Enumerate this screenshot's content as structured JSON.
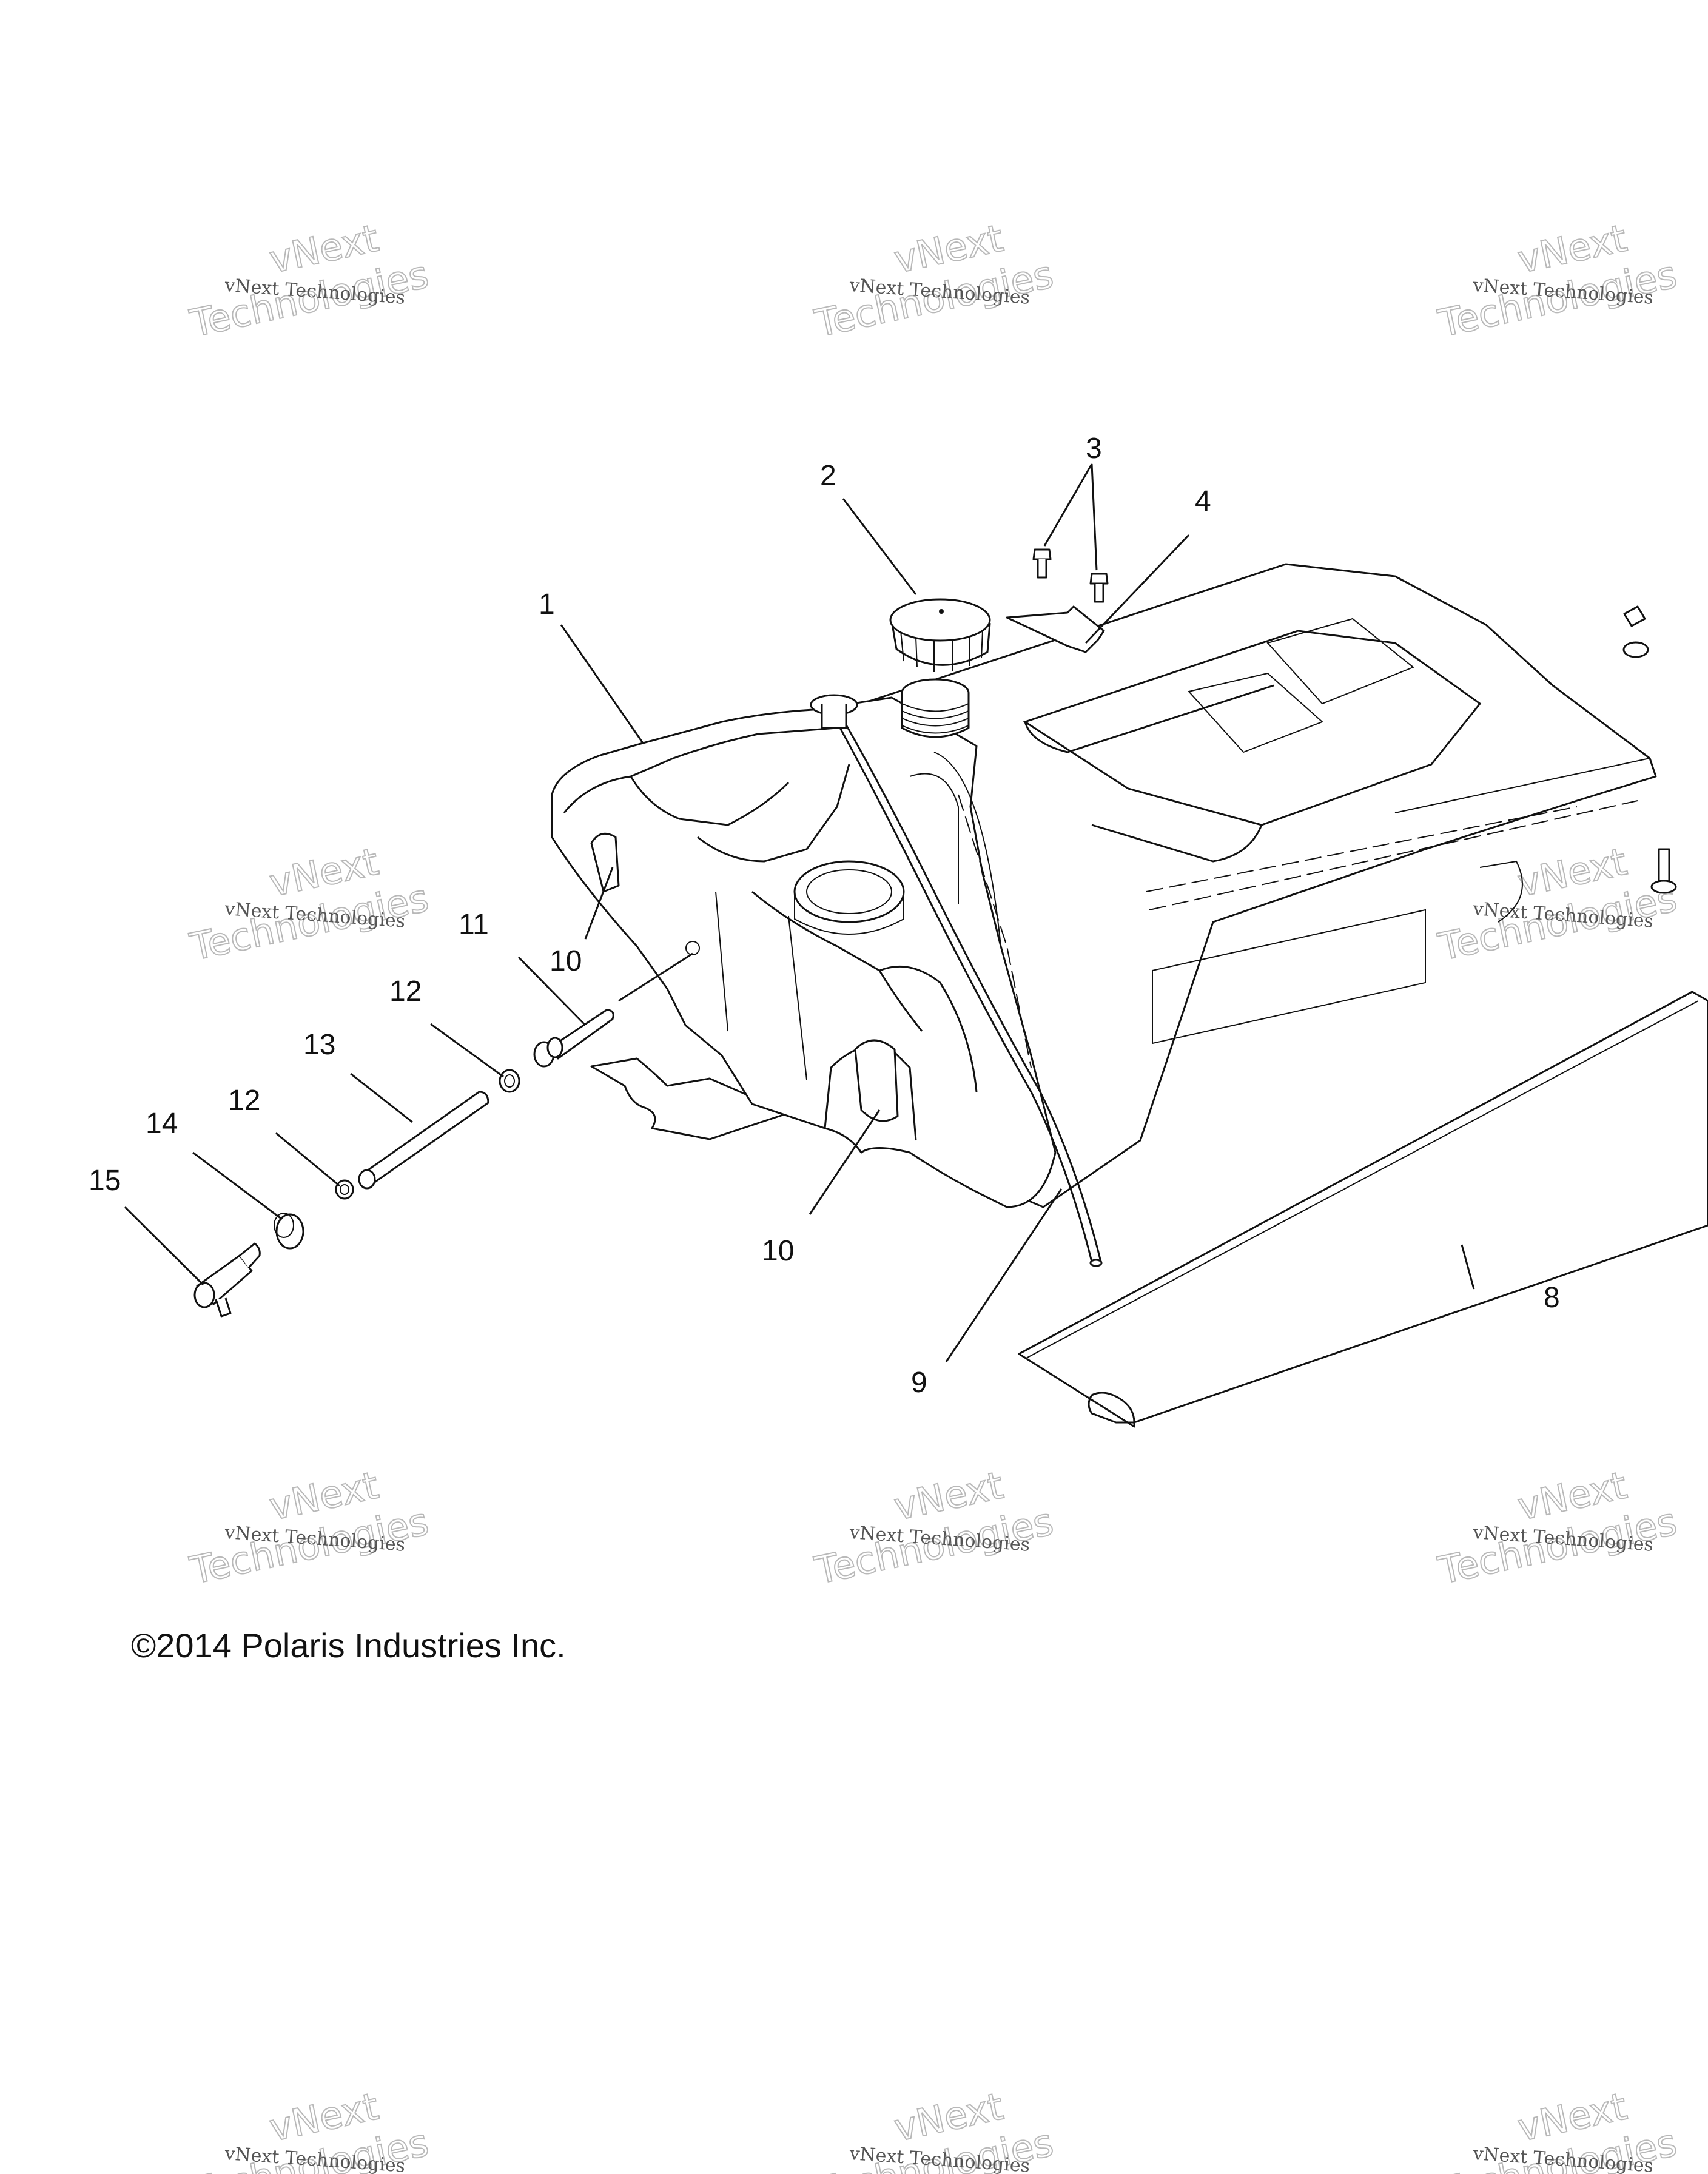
{
  "copyright": "©2014 Polaris Industries Inc.",
  "watermark": {
    "line1": "vNext Technologies",
    "line2": "vNext",
    "line3": "Technologies"
  },
  "callouts": [
    {
      "id": "1",
      "label": "1"
    },
    {
      "id": "2",
      "label": "2"
    },
    {
      "id": "3",
      "label": "3"
    },
    {
      "id": "4",
      "label": "4"
    },
    {
      "id": "8",
      "label": "8"
    },
    {
      "id": "9",
      "label": "9"
    },
    {
      "id": "10a",
      "label": "10"
    },
    {
      "id": "10b",
      "label": "10"
    },
    {
      "id": "11",
      "label": "11"
    },
    {
      "id": "12a",
      "label": "12"
    },
    {
      "id": "12b",
      "label": "12"
    },
    {
      "id": "13",
      "label": "13"
    },
    {
      "id": "14",
      "label": "14"
    },
    {
      "id": "15",
      "label": "15"
    }
  ],
  "colors": {
    "ink": "#111111",
    "background": "#ffffff",
    "watermark": "#b8b8b8"
  }
}
